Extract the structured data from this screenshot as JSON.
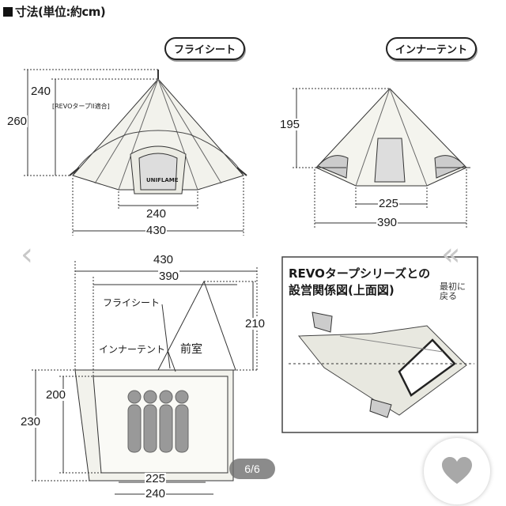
{
  "header": {
    "title": "寸法(単位:約cm)"
  },
  "fly_sheet": {
    "label": "フライシート",
    "height_total": "260",
    "height_pole": "240",
    "compat_note": "[REVOタープII適合]",
    "base_inner": "240",
    "base_outer": "430",
    "brand": "UNIFLAME"
  },
  "inner_tent": {
    "label": "インナーテント",
    "height": "195",
    "base_inner": "225",
    "base_outer": "390"
  },
  "plan_view": {
    "width_outer": "430",
    "width_inner": "390",
    "vestibule_depth": "210",
    "label_fly": "フライシート",
    "label_inner": "インナーテント",
    "label_vestibule": "前室",
    "left_outer": "230",
    "left_inner": "200",
    "bottom_inner": "225",
    "bottom_outer": "240"
  },
  "revo_panel": {
    "title_line1": "REVOタープシリーズとの",
    "title_line2": "設営関係図(上面図)",
    "note": "最初に戻る"
  },
  "gallery": {
    "counter": "6/6",
    "prev_icon": "chevron-left-icon",
    "next_icon": "double-chevron-left-icon"
  },
  "like_button": {
    "icon": "heart-icon"
  }
}
